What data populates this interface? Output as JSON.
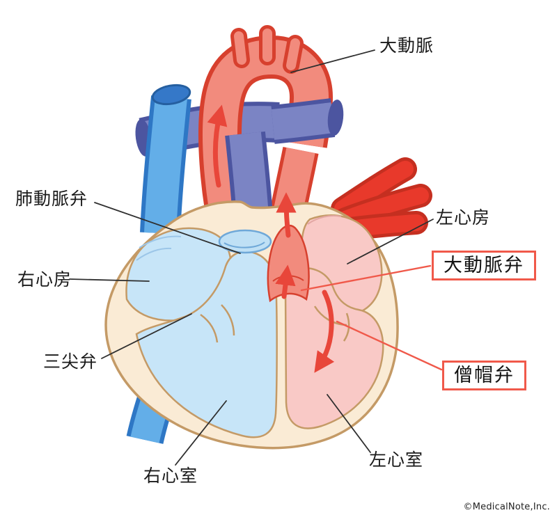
{
  "figure": {
    "type": "heart-anatomy-diagram",
    "language": "ja",
    "description": "Cross-section illustration of the human heart with labeled chambers and valves; aortic valve and mitral valve are highlighted with red boxes"
  },
  "labels": {
    "aorta": "大動脈",
    "pulmonary_valve": "肺動脈弁",
    "right_atrium": "右心房",
    "tricuspid_valve": "三尖弁",
    "right_ventricle": "右心室",
    "left_atrium": "左心房",
    "aortic_valve": "大動脈弁",
    "mitral_valve": "僧帽弁",
    "left_ventricle": "左心室"
  },
  "highlighted_labels": [
    "aortic_valve",
    "mitral_valve"
  ],
  "credit": "©MedicalNote,Inc.",
  "colors": {
    "aorta_fill": "#F28B7D",
    "aorta_outline": "#D7402E",
    "pulmonary_artery_fill": "#7B84C4",
    "pulmonary_artery_outline": "#4C55A0",
    "vena_cava_fill": "#63AEE8",
    "vena_cava_outline": "#2E77C5",
    "pulmonary_veins_fill": "#E8392B",
    "pulmonary_veins_outline": "#C52F20",
    "right_chambers_fill": "#C7E5F8",
    "left_chambers_fill": "#F9C9C6",
    "heart_wall_fill": "#FAEBD5",
    "heart_outline": "#C49A66",
    "flow_arrow": "#E8463A",
    "highlight_box_border": "#F0594A",
    "leader_line": "#2F2F2F",
    "label_text": "#1A1A1A"
  }
}
